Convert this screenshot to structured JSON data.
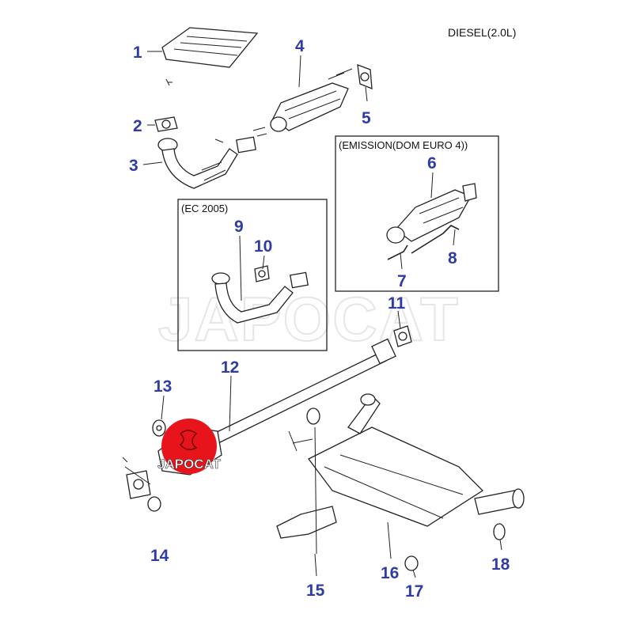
{
  "title": "DIESEL(2.0L)",
  "boxes": {
    "emission": "(EMISSION(DOM EURO 4))",
    "ec2005": "(EC 2005)"
  },
  "watermark": "JAPOCAT",
  "logo_text": "JAPOCAT",
  "colors": {
    "label": "#2e3ca3",
    "logo": "#e8141b",
    "line": "#222222"
  },
  "labels": [
    "1",
    "2",
    "3",
    "4",
    "5",
    "6",
    "7",
    "8",
    "9",
    "10",
    "11",
    "12",
    "13",
    "14",
    "15",
    "16",
    "17",
    "18"
  ]
}
